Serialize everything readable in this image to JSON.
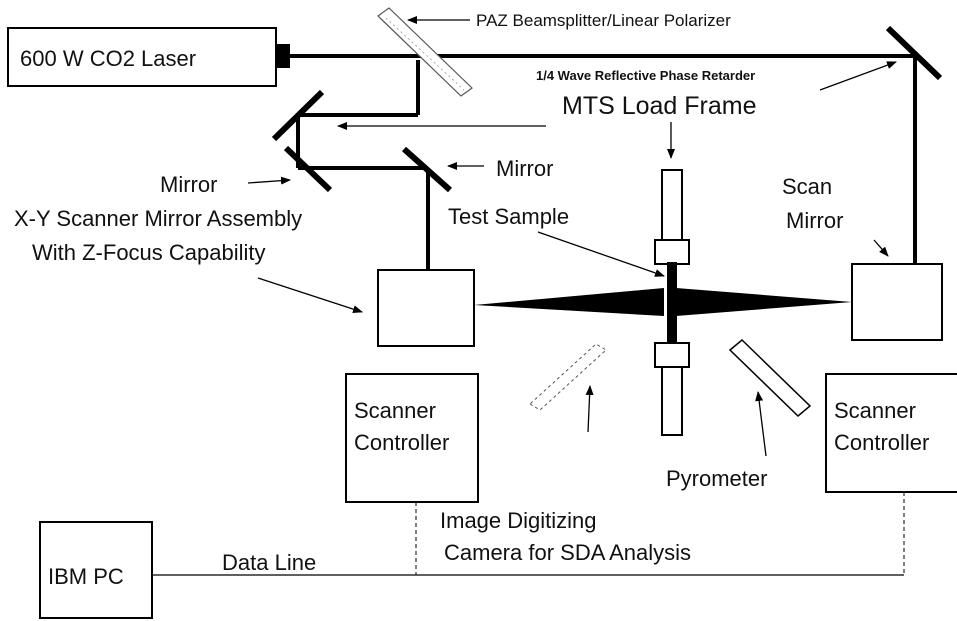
{
  "labels": {
    "laser": "600 W CO2 Laser",
    "beamsplitter": "PAZ Beamsplitter/Linear Polarizer",
    "phase_retarder": "1/4 Wave Reflective Phase Retarder",
    "load_frame": "MTS Load Frame",
    "mirror_left": "Mirror",
    "mirror_center": "Mirror",
    "scanner_assembly_line1": "X-Y Scanner Mirror Assembly",
    "scanner_assembly_line2": "With Z-Focus Capability",
    "test_sample": "Test Sample",
    "scan_mirror_line1": "Scan",
    "scan_mirror_line2": "Mirror",
    "scanner_controller_left_line1": "Scanner",
    "scanner_controller_left_line2": "Controller",
    "scanner_controller_right_line1": "Scanner",
    "scanner_controller_right_line2": "Controller",
    "pyrometer": "Pyrometer",
    "camera_line1": "Image Digitizing",
    "camera_line2": "Camera for SDA Analysis",
    "pc": "IBM PC",
    "data_line": "Data Line"
  }
}
